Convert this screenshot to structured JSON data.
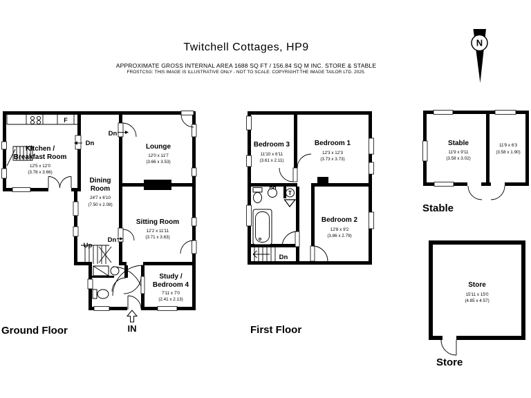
{
  "header": {
    "title": "Twitchell Cottages, HP9",
    "area_line": "APPROXIMATE GROSS INTERNAL AREA 1688 SQ FT / 156.84 SQ M INC. STORE & STABLE",
    "disclaimer": "FROSTCSG: THIS IMAGE IS ILLUSTRATIVE ONLY - NOT TO SCALE: COPYRIGHT:THE IMAGE TAILOR LTD. 2025."
  },
  "compass": {
    "label": "N"
  },
  "entrance": {
    "label": "IN"
  },
  "stairs": {
    "up": "Up",
    "down": "Dn"
  },
  "fixtures": {
    "fridge": "F",
    "tank": "T"
  },
  "colors": {
    "ink": "#000000",
    "background": "#ffffff"
  },
  "floors": {
    "ground": {
      "label": "Ground Floor",
      "rooms": {
        "kitchen": {
          "name1": "Kitchen /",
          "name2": "Breakfast Room",
          "imperial": "12'5 x 12'0",
          "metric": "(3.78 x 3.66)"
        },
        "lounge": {
          "name1": "Lounge",
          "imperial": "12'0 x 11'7",
          "metric": "(3.66 x 3.53)"
        },
        "dining": {
          "name1": "Dining",
          "name2": "Room",
          "imperial": "24'7 x 6'10",
          "metric": "(7.50 x 2.08)"
        },
        "sitting": {
          "name1": "Sitting Room",
          "imperial": "12'2 x 11'11",
          "metric": "(3.71 x 3.63)"
        },
        "study": {
          "name1": "Study /",
          "name2": "Bedroom 4",
          "imperial": "7'11 x 7'0",
          "metric": "(2.41 x 2.13)"
        }
      }
    },
    "first": {
      "label": "First Floor",
      "rooms": {
        "bedroom3": {
          "name1": "Bedroom 3",
          "imperial": "11'10 x 6'11",
          "metric": "(3.61 x 2.11)"
        },
        "bedroom1": {
          "name1": "Bedroom 1",
          "imperial": "12'3 x 12'3",
          "metric": "(3.73 x 3.73)"
        },
        "bedroom2": {
          "name1": "Bedroom 2",
          "imperial": "12'8 x 9'2",
          "metric": "(3.86 x 2.79)"
        }
      }
    },
    "stable": {
      "label": "Stable",
      "rooms": {
        "stable": {
          "name1": "Stable",
          "imperial": "11'9 x 9'11",
          "metric": "(3.58 x 3.02)"
        },
        "stable2": {
          "imperial": "11'9 x 6'3",
          "metric": "(3.58 x 1.90)"
        }
      }
    },
    "store": {
      "label": "Store",
      "rooms": {
        "store": {
          "name1": "Store",
          "imperial": "15'11 x 15'0",
          "metric": "(4.85 x 4.57)"
        }
      }
    }
  }
}
